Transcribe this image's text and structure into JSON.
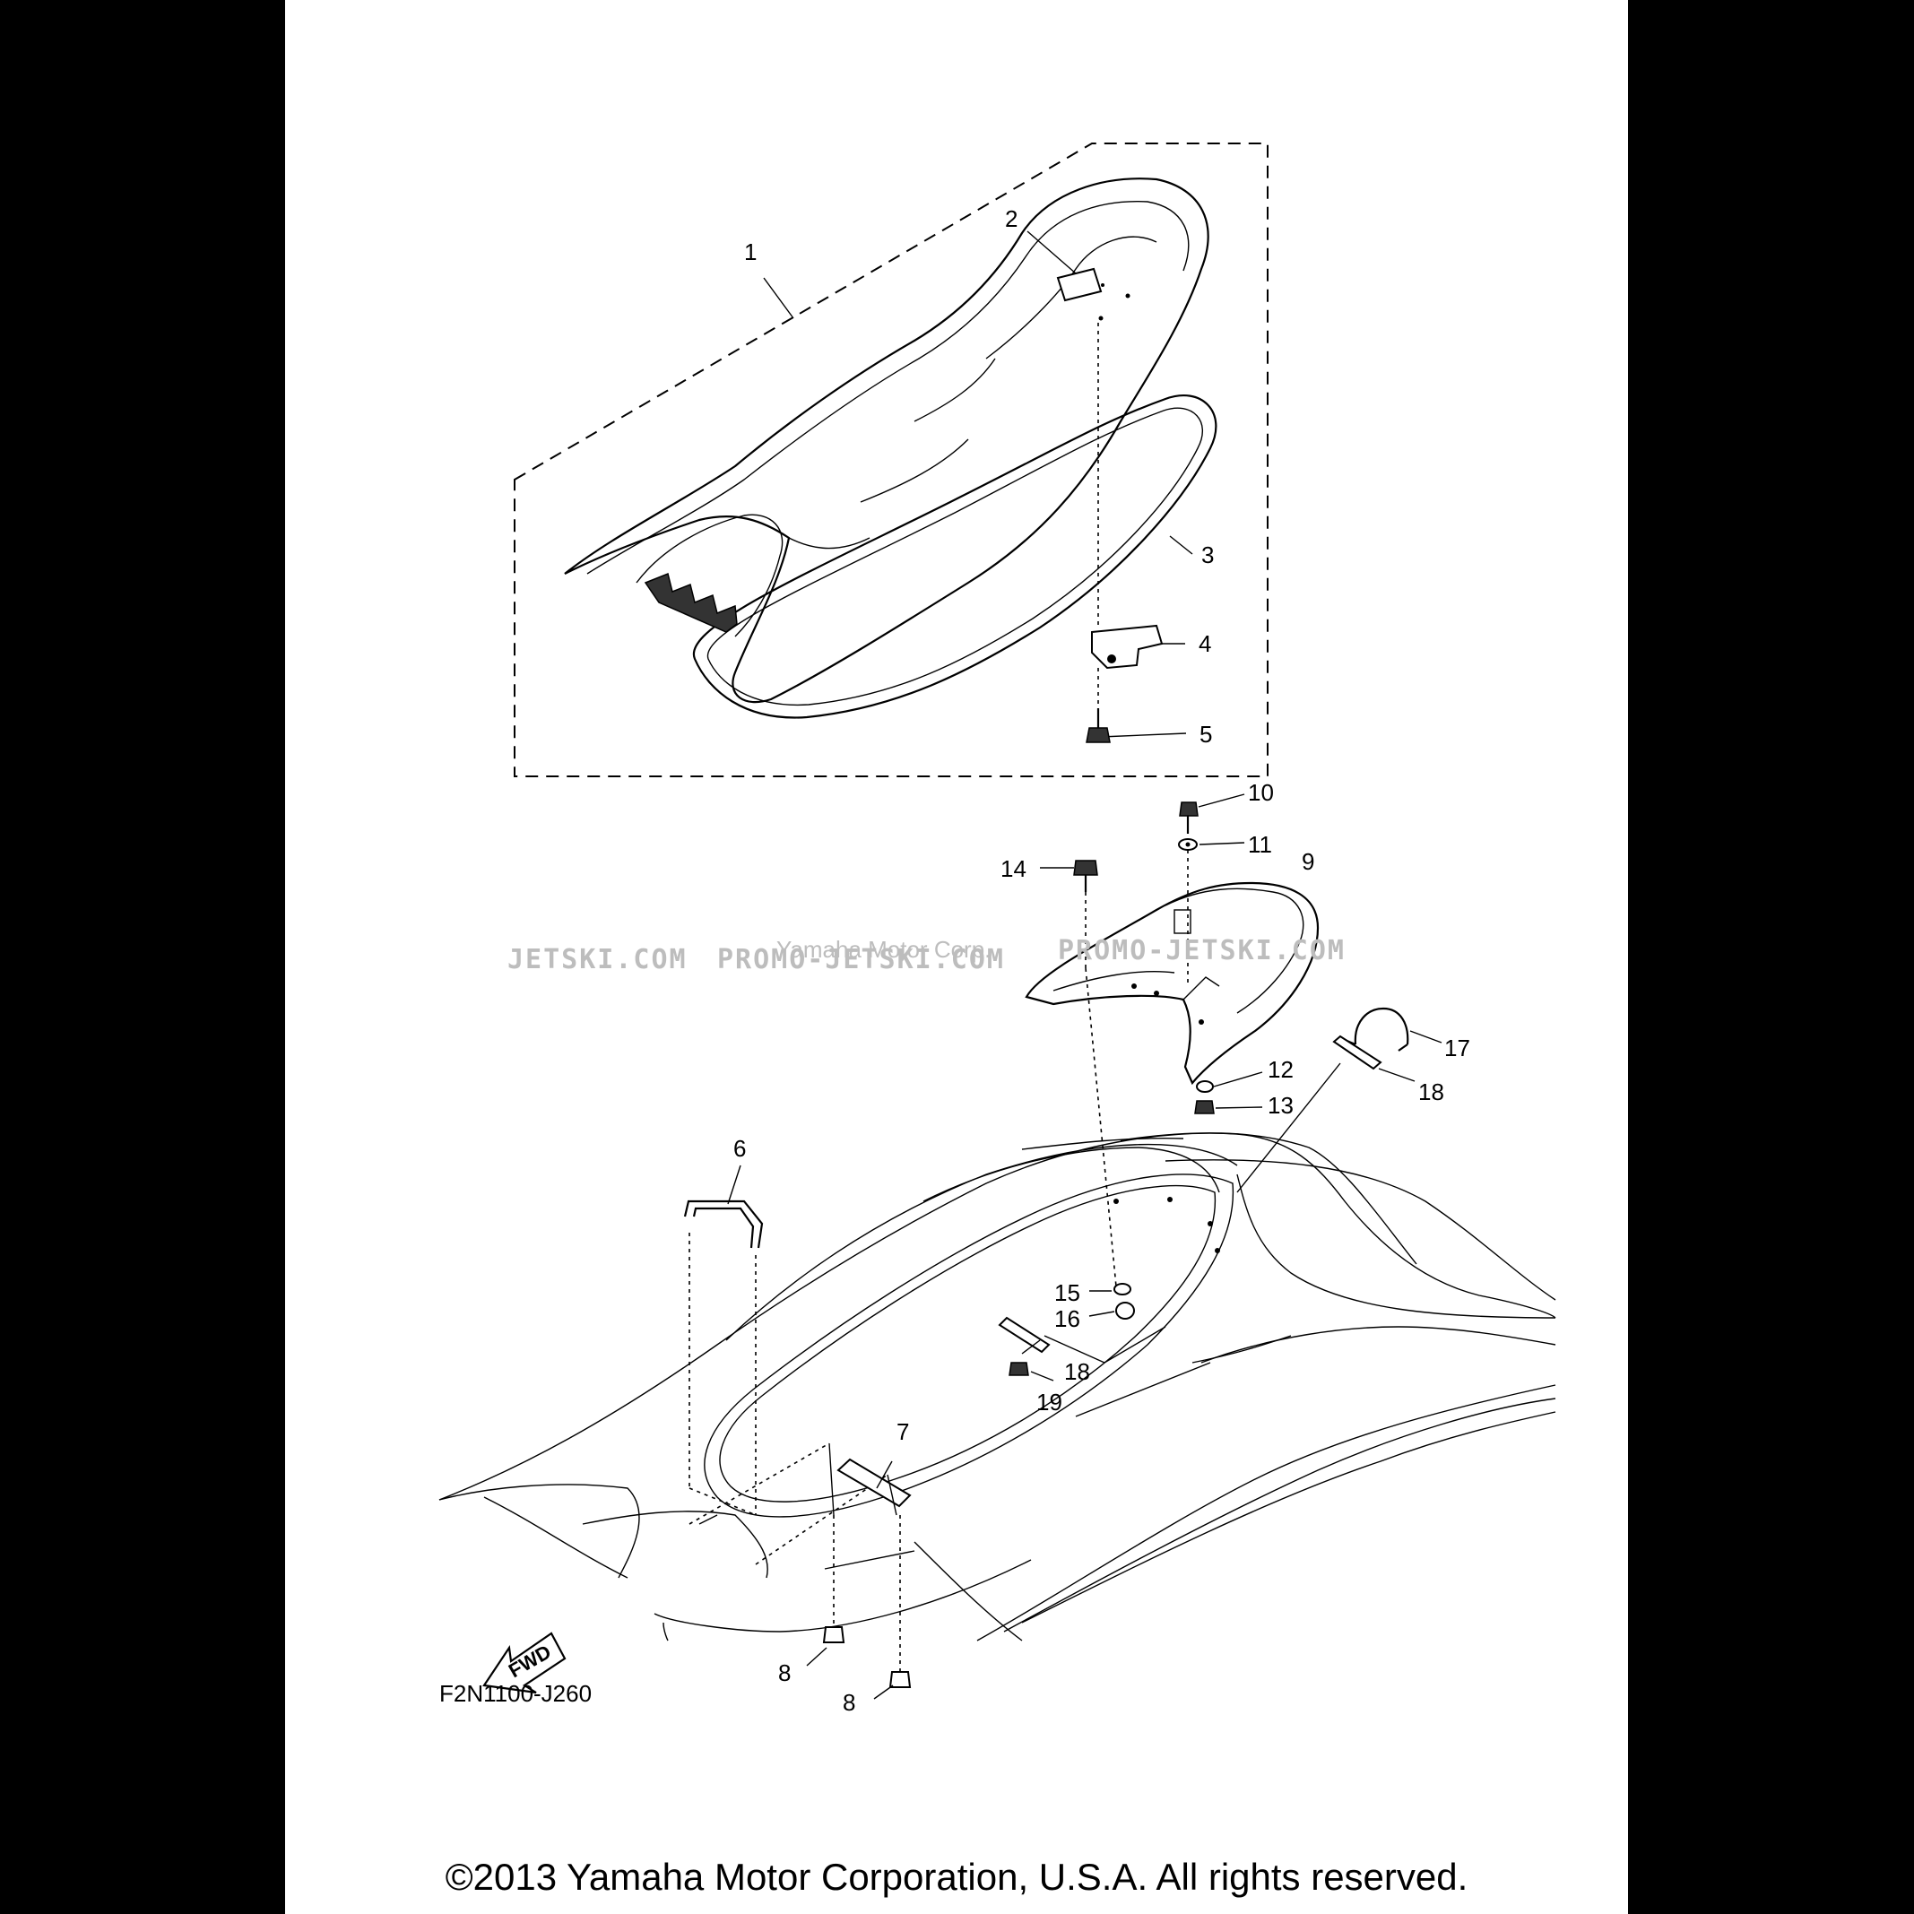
{
  "diagram": {
    "drawing_code": "F2N1100-J260",
    "fwd_label": "FWD",
    "watermark": {
      "site_left": "JETSKI.COM",
      "site_mid": "PROMO-JETSKI.COM",
      "owner": "Yamaha Motor Corp.",
      "site_right": "PROMO-JETSKI.COM"
    },
    "callouts": [
      "1",
      "2",
      "3",
      "4",
      "5",
      "6",
      "7",
      "8",
      "8",
      "9",
      "10",
      "11",
      "12",
      "13",
      "14",
      "15",
      "16",
      "17",
      "18",
      "18",
      "19"
    ]
  },
  "footer": {
    "copyright": "©2013 Yamaha Motor Corporation, U.S.A. All rights reserved."
  }
}
